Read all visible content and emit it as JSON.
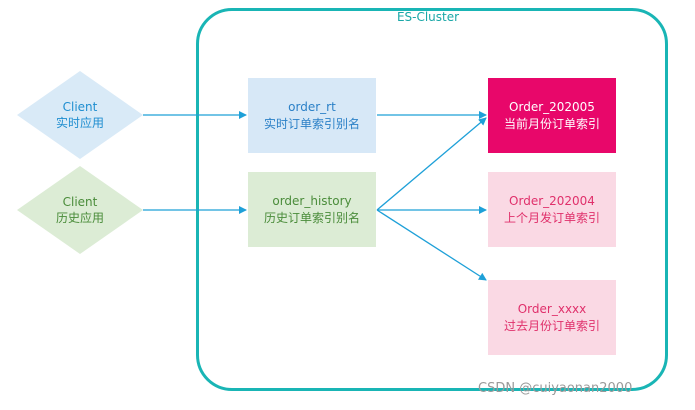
{
  "cluster": {
    "label": "ES-Cluster"
  },
  "clients": [
    {
      "name": "Client",
      "desc": "实时应用"
    },
    {
      "name": "Client",
      "desc": "历史应用"
    }
  ],
  "aliases": [
    {
      "name": "order_rt",
      "desc": "实时订单索引别名"
    },
    {
      "name": "order_history",
      "desc": "历史订单索引别名"
    }
  ],
  "indices": [
    {
      "name": "Order_202005",
      "desc": "当前月份订单索引"
    },
    {
      "name": "Order_202004",
      "desc": "上个月发订单索引"
    },
    {
      "name": "Order_xxxx",
      "desc": "过去月份订单索引"
    }
  ],
  "colors": {
    "cluster_border": "#19b5b5",
    "arrow": "#1ea0d8",
    "client_rt_fill": "#d9eaf7",
    "client_history_fill": "#dcecd5",
    "current_index_fill": "#e8076a",
    "old_index_fill": "#fad9e4"
  },
  "watermark": "CSDN @cuiyaonan2000"
}
